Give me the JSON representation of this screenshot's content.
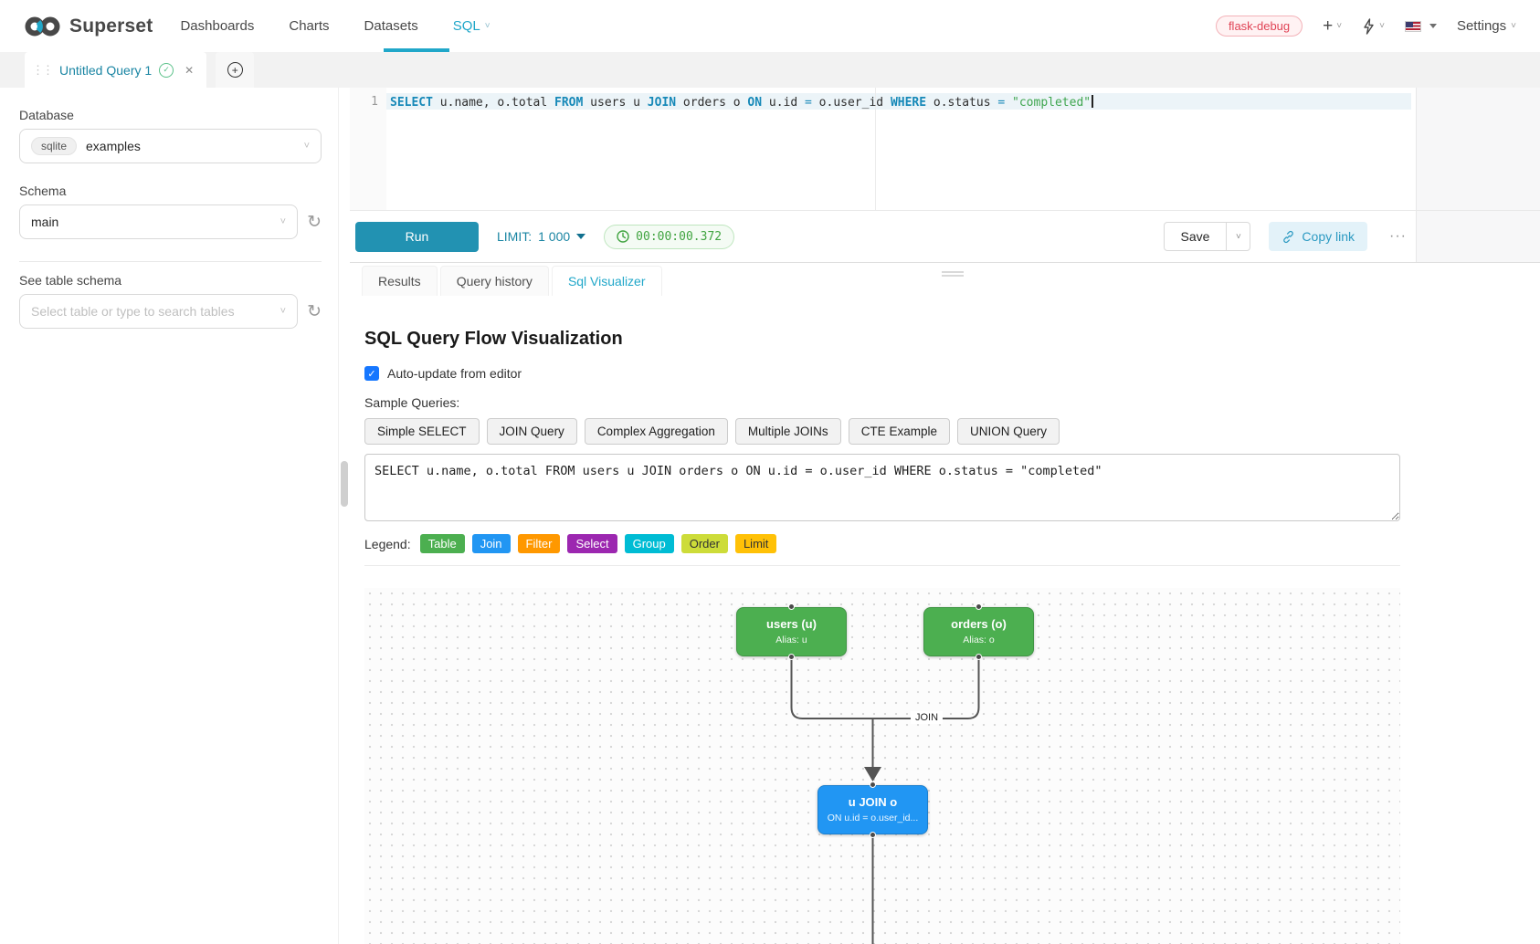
{
  "navbar": {
    "brand": "Superset",
    "items": [
      "Dashboards",
      "Charts",
      "Datasets",
      "SQL"
    ],
    "active_item": "SQL",
    "env_tag": "flask-debug",
    "settings_label": "Settings"
  },
  "tabstrip": {
    "active_tab_title": "Untitled Query 1"
  },
  "sidebar": {
    "database_label": "Database",
    "database_engine_tag": "sqlite",
    "database_value": "examples",
    "schema_label": "Schema",
    "schema_value": "main",
    "table_schema_label": "See table schema",
    "table_schema_placeholder": "Select table or type to search tables"
  },
  "editor": {
    "line_number": "1",
    "code_tokens": [
      {
        "type": "kw",
        "text": "SELECT"
      },
      {
        "type": "txt",
        "text": " u.name, o.total "
      },
      {
        "type": "kw",
        "text": "FROM"
      },
      {
        "type": "txt",
        "text": " users u "
      },
      {
        "type": "kw",
        "text": "JOIN"
      },
      {
        "type": "txt",
        "text": " orders o "
      },
      {
        "type": "kw",
        "text": "ON"
      },
      {
        "type": "txt",
        "text": " u.id "
      },
      {
        "type": "op",
        "text": "="
      },
      {
        "type": "txt",
        "text": " o.user_id "
      },
      {
        "type": "kw",
        "text": "WHERE"
      },
      {
        "type": "txt",
        "text": " o.status "
      },
      {
        "type": "op",
        "text": "="
      },
      {
        "type": "txt",
        "text": " "
      },
      {
        "type": "str",
        "text": "\"completed\""
      }
    ]
  },
  "toolbar": {
    "run_label": "Run",
    "limit_label": "LIMIT:",
    "limit_value": "1 000",
    "elapsed_time": "00:00:00.372",
    "save_label": "Save",
    "copy_link_label": "Copy link",
    "more_label": "···"
  },
  "result_tabs": {
    "tabs": [
      "Results",
      "Query history",
      "Sql Visualizer"
    ],
    "active": "Sql Visualizer"
  },
  "visualizer": {
    "title": "SQL Query Flow Visualization",
    "auto_update_label": "Auto-update from editor",
    "auto_update_checked": true,
    "sample_queries_label": "Sample Queries:",
    "sample_queries": [
      "Simple SELECT",
      "JOIN Query",
      "Complex Aggregation",
      "Multiple JOINs",
      "CTE Example",
      "UNION Query"
    ],
    "query_text": "SELECT u.name, o.total FROM users u JOIN orders o ON u.id = o.user_id WHERE o.status = \"completed\"",
    "legend_label": "Legend:",
    "legend": [
      {
        "label": "Table",
        "bg": "#4caf50",
        "fg": "#ffffff"
      },
      {
        "label": "Join",
        "bg": "#2196f3",
        "fg": "#ffffff"
      },
      {
        "label": "Filter",
        "bg": "#ff9800",
        "fg": "#ffffff"
      },
      {
        "label": "Select",
        "bg": "#9c27b0",
        "fg": "#ffffff"
      },
      {
        "label": "Group",
        "bg": "#00bcd4",
        "fg": "#ffffff"
      },
      {
        "label": "Order",
        "bg": "#cddc39",
        "fg": "#333333"
      },
      {
        "label": "Limit",
        "bg": "#ffc107",
        "fg": "#333333"
      }
    ],
    "flow": {
      "nodes": [
        {
          "id": "users",
          "title": "users (u)",
          "subtitle": "Alias: u",
          "color": "#4caf50"
        },
        {
          "id": "orders",
          "title": "orders (o)",
          "subtitle": "Alias: o",
          "color": "#4caf50"
        },
        {
          "id": "join",
          "title": "u JOIN o",
          "subtitle": "ON u.id = o.user_id...",
          "color": "#2196f3"
        }
      ],
      "edge_label": "JOIN"
    }
  },
  "colors": {
    "accent": "#20a7c9",
    "success": "#41a441",
    "error": "#e04355"
  }
}
